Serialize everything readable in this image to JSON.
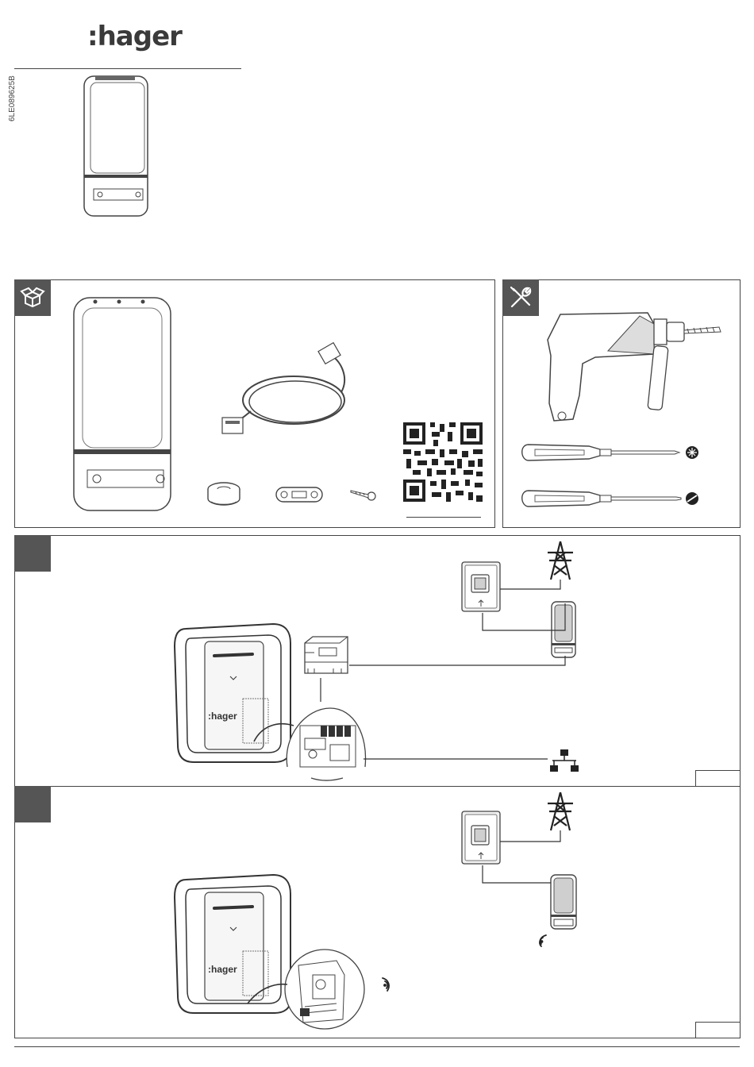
{
  "header": {
    "brand": ":hager",
    "doc_ref": "6LE089625B"
  },
  "device": {
    "brand_on_charger": ":hager"
  },
  "colors": {
    "line": "#444444",
    "badge": "#555555",
    "light_fill": "#f2f2f2",
    "mid_fill": "#cfcfcf"
  },
  "icons": {
    "box": "box-open-icon",
    "tools": "wrench-screwdriver-icon",
    "pylon": "power-pylon-icon",
    "network": "ethernet-network-icon",
    "wireless": "wifi-signal-icon"
  }
}
